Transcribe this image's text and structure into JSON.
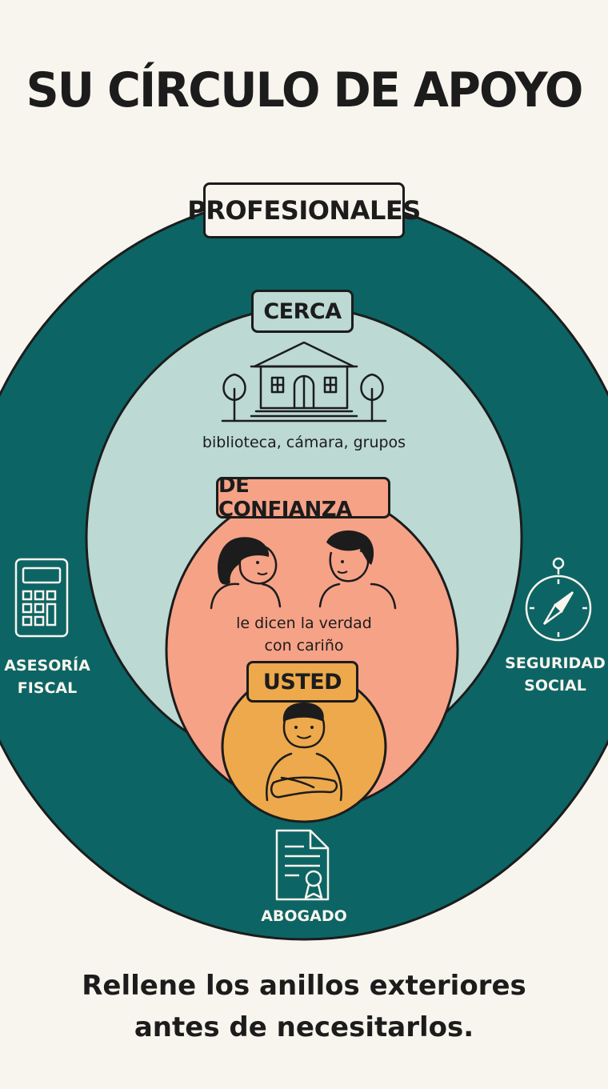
{
  "title": "SU CÍRCULO DE APOYO",
  "rings": {
    "profesionales": {
      "label": "PROFESIONALES"
    },
    "cerca": {
      "label": "CERCA",
      "caption": "biblioteca, cámara, grupos"
    },
    "confianza": {
      "label": "DE CONFIANZA",
      "caption_line1": "le dicen la verdad",
      "caption_line2": "con cariño"
    },
    "usted": {
      "label": "USTED"
    }
  },
  "professionals": {
    "asesoria": {
      "line1": "ASESORÍA",
      "line2": "FISCAL",
      "icon": "calculator-icon"
    },
    "seguridad": {
      "line1": "SEGURIDAD",
      "line2": "SOCIAL",
      "icon": "compass-icon"
    },
    "abogado": {
      "line1": "ABOGADO",
      "icon": "legal-document-icon"
    }
  },
  "icons": {
    "cerca": "library-building-icon",
    "confianza_left": "woman-icon",
    "confianza_right": "man-icon",
    "usted": "person-arms-crossed-icon"
  },
  "footer": {
    "line1": "Rellene los anillos exteriores",
    "line2": "antes de necesitarlos."
  },
  "colors": {
    "background": "#f8f5ee",
    "profesionales_ring": "#0d6464",
    "cerca_ring": "#bcd9d4",
    "confianza_ring": "#f6a287",
    "usted_ring": "#eda94c",
    "outline": "#1c1c1c"
  }
}
